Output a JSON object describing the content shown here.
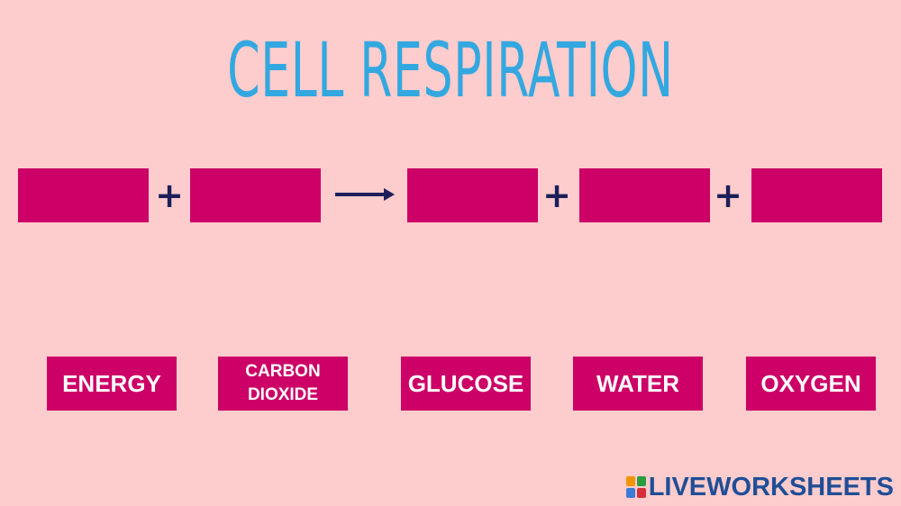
{
  "title": "CELL RESPIRATION",
  "equation": {
    "operators": [
      "+",
      "+",
      "+"
    ],
    "arrow_icon": "right-arrow-icon"
  },
  "word_bank": [
    {
      "label": "ENERGY"
    },
    {
      "label": "CARBON DIOXIDE"
    },
    {
      "label": "GLUCOSE"
    },
    {
      "label": "WATER"
    },
    {
      "label": "OXYGEN"
    }
  ],
  "brand": {
    "name": "LIVEWORKSHEETS",
    "logo_icon": "liveworksheets-logo-icon"
  },
  "colors": {
    "background": "#fdcccc",
    "title": "#33a8e0",
    "tile": "#cc0066",
    "operator": "#1c1f5a",
    "brand": "#1f4e96"
  }
}
